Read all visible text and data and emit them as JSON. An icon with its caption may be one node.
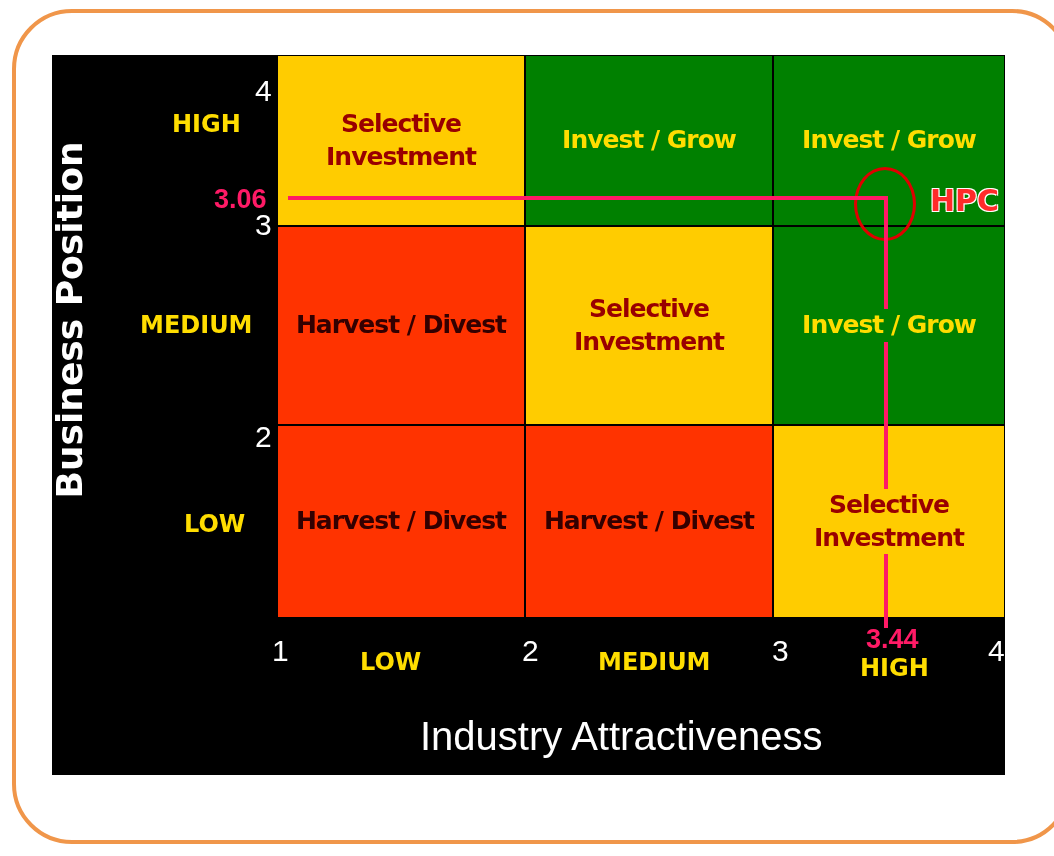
{
  "diagram": {
    "nodes": [
      {
        "text": [
          "Selective Investment"
        ]
      },
      {
        "text": [
          "Invest / Grow"
        ]
      },
      {
        "text": [
          "Invest / Grow"
        ]
      },
      {
        "text": [
          "Harvest / Divest"
        ]
      },
      {
        "text": [
          "Selective Investment"
        ]
      },
      {
        "text": [
          "Invest / Grow"
        ]
      },
      {
        "text": [
          "Harvest / Divest"
        ]
      },
      {
        "text": [
          "Harvest / Divest"
        ]
      },
      {
        "text": [
          "Selective Investment"
        ]
      },
      {
        "text": [],
        "shape": "circle",
        "beside": [
          "HPC"
        ]
      }
    ],
    "edges": [],
    "labels": [
      "Business Position",
      "HIGH",
      "4",
      "3.06",
      "3",
      "MEDIUM",
      "2",
      "LOW",
      "1",
      "LOW",
      "2",
      "MEDIUM",
      "3",
      "3.44",
      "HIGH",
      "4",
      "Industry Attractiveness"
    ]
  }
}
